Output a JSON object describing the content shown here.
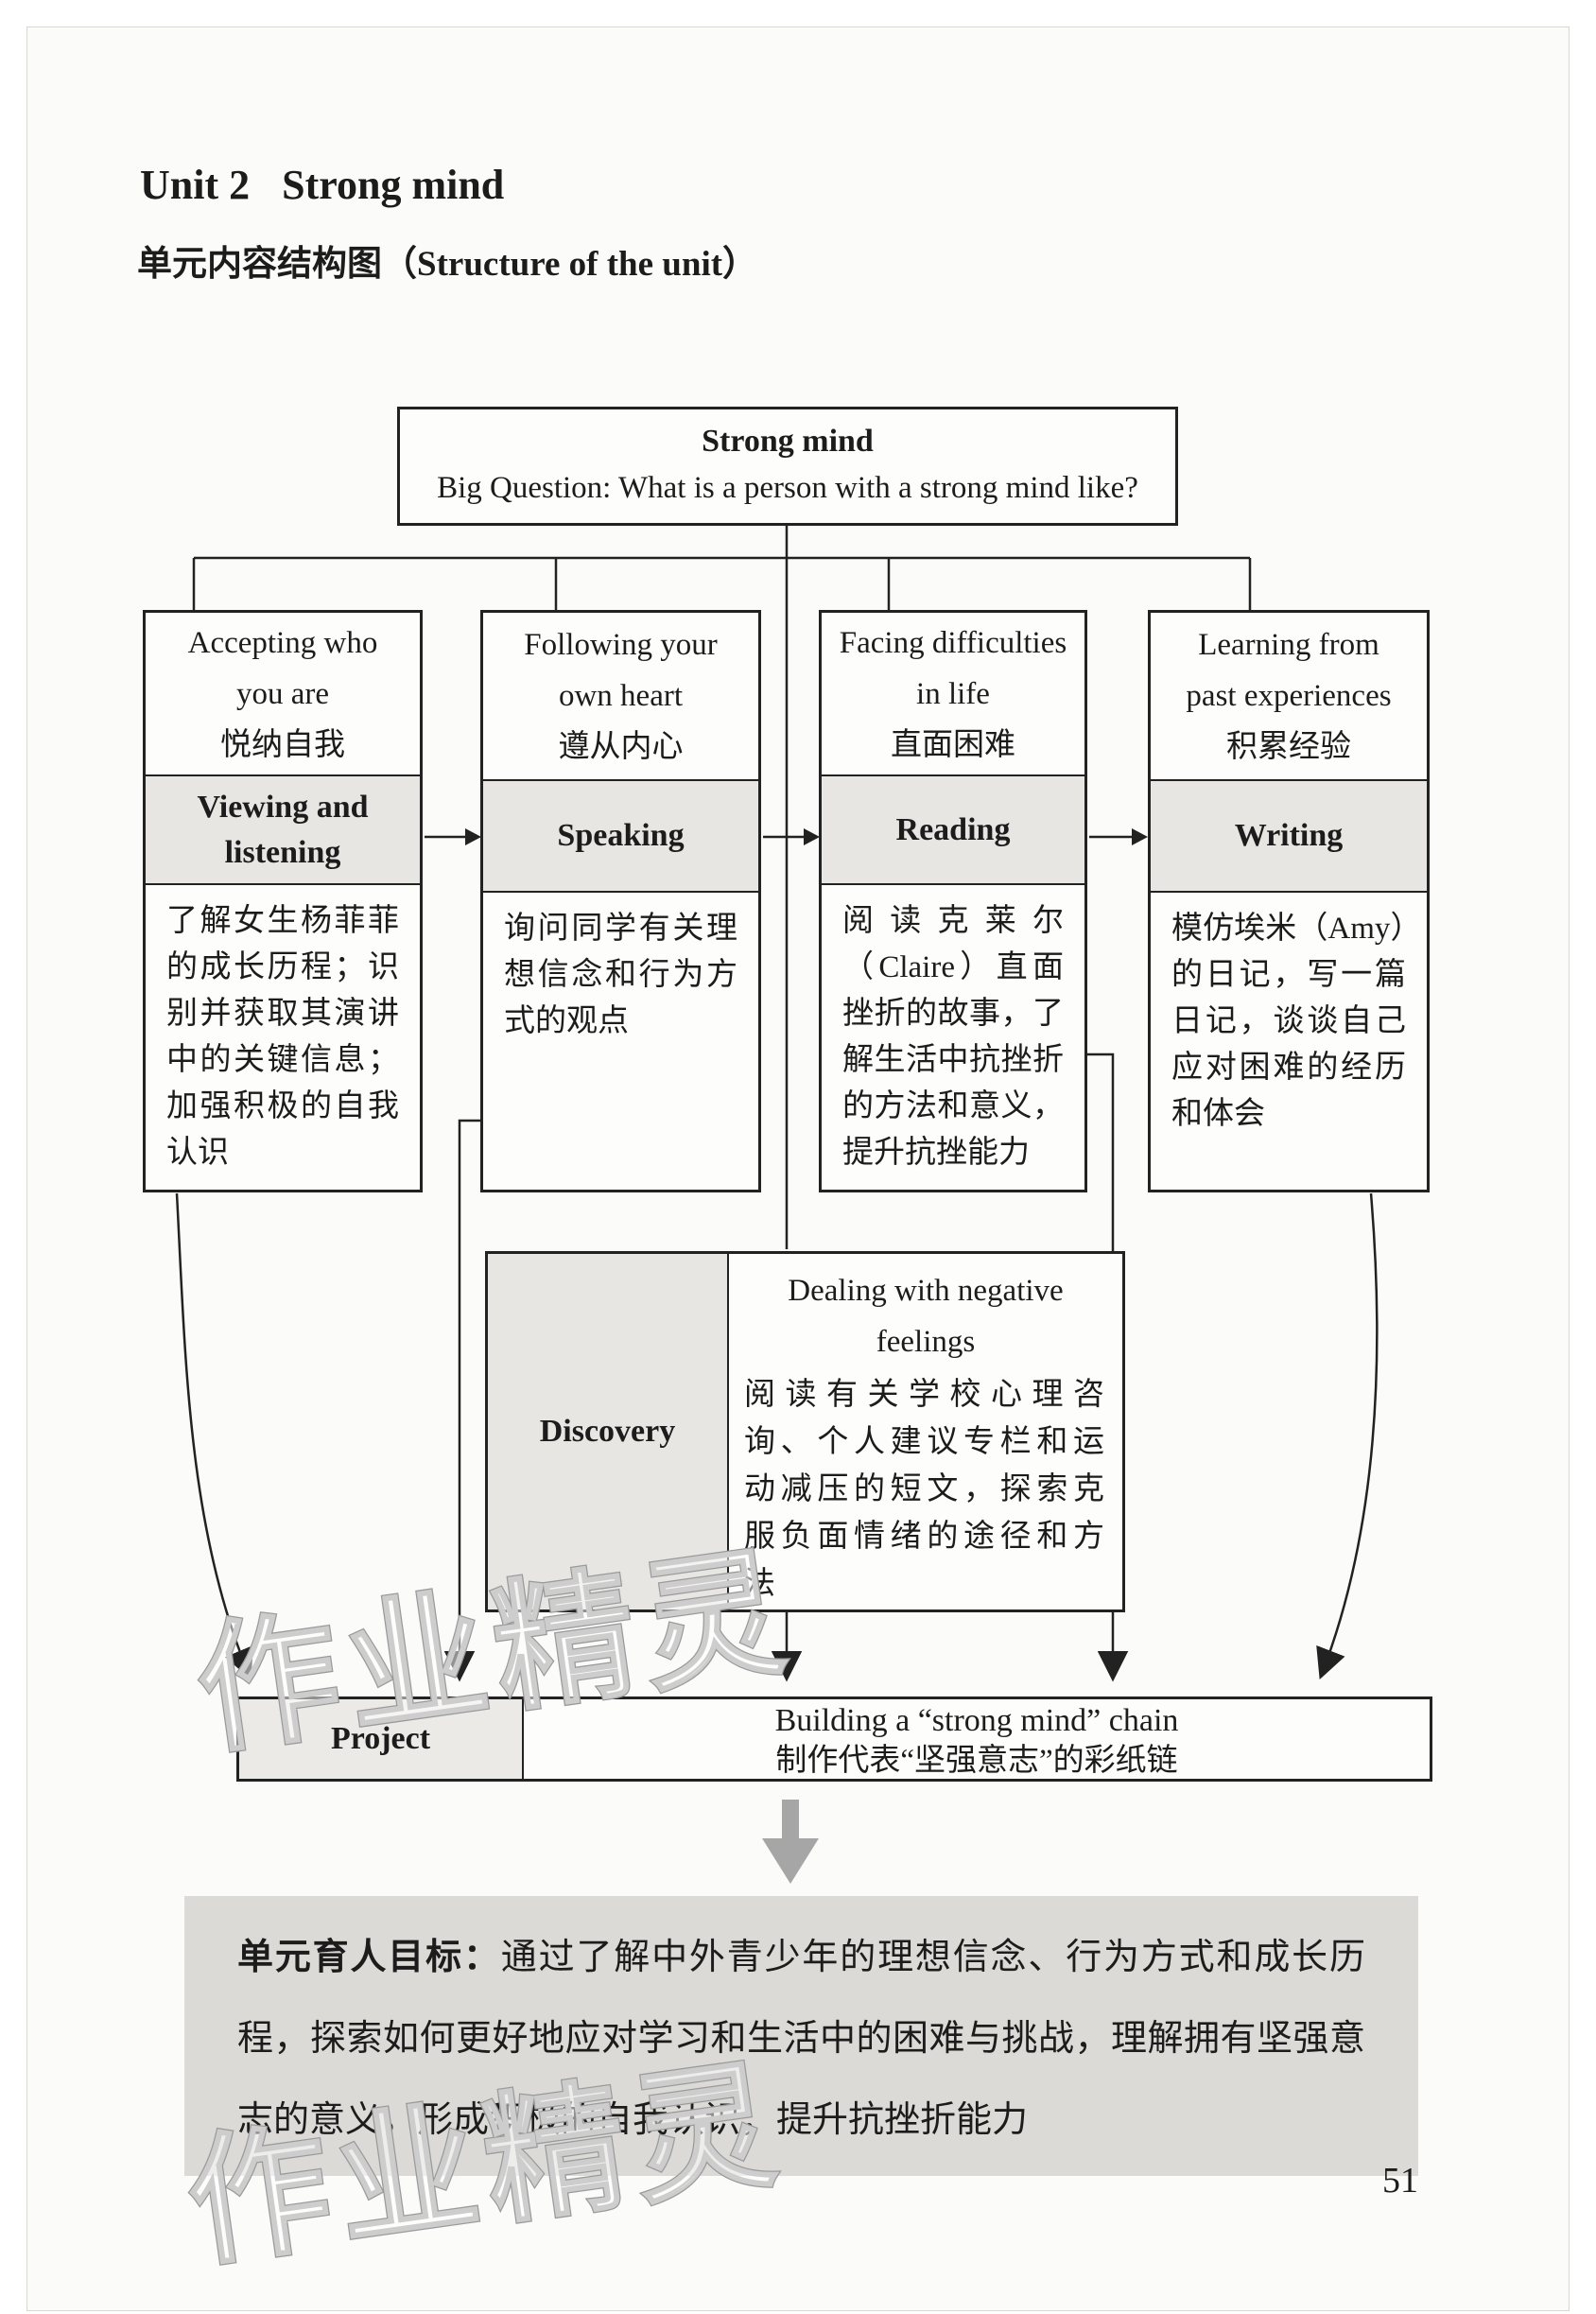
{
  "page": {
    "unit_label": "Unit 2",
    "unit_title": "Strong mind",
    "subtitle_zh": "单元内容结构图（",
    "subtitle_en": "Structure of the unit",
    "subtitle_close": "）",
    "page_number": "51"
  },
  "watermark": {
    "text": "作业精灵"
  },
  "diagram": {
    "top_box": {
      "title": "Strong mind",
      "question": "Big Question: What is a person with a strong mind like?"
    },
    "columns": [
      {
        "theme_en1": "Accepting who",
        "theme_en2": "you are",
        "theme_zh": "悦纳自我",
        "skill": "Viewing and listening",
        "desc": "了解女生杨菲菲的成长历程；识别并获取其演讲中的关键信息；加强积极的自我认识"
      },
      {
        "theme_en1": "Following your",
        "theme_en2": "own heart",
        "theme_zh": "遵从内心",
        "skill": "Speaking",
        "desc": "询问同学有关理想信念和行为方式的观点"
      },
      {
        "theme_en1": "Facing difficulties",
        "theme_en2": "in life",
        "theme_zh": "直面困难",
        "skill": "Reading",
        "desc": "阅读克莱尔（Claire）直面挫折的故事，了解生活中抗挫折的方法和意义，提升抗挫能力"
      },
      {
        "theme_en1": "Learning from",
        "theme_en2": "past experiences",
        "theme_zh": "积累经验",
        "skill": "Writing",
        "desc": "模仿埃米（Amy）的日记，写一篇日记，谈谈自己应对困难的经历和体会"
      }
    ],
    "discovery": {
      "label": "Discovery",
      "title_line1": "Dealing with negative",
      "title_line2": "feelings",
      "desc": "阅读有关学校心理咨询、个人建议专栏和运动减压的短文，探索克服负面情绪的途径和方法"
    },
    "project": {
      "label": "Project",
      "line_en": "Building a “strong mind” chain",
      "line_zh": "制作代表“坚强意志”的彩纸链"
    },
    "goal": {
      "label": "单元育人目标：",
      "text": "通过了解中外青少年的理想信念、行为方式和成长历程，探索如何更好地应对学习和生活中的困难与挑战，理解拥有坚强意志的意义，形成积极的自我认识，提升抗挫折能力"
    }
  },
  "colors": {
    "cell_gray": "#e7e6e3",
    "goal_gray": "#dbdad6",
    "line": "#222222",
    "block_arrow_gray": "#a6a6a6",
    "watermark_gray": "#9a9a9a"
  }
}
